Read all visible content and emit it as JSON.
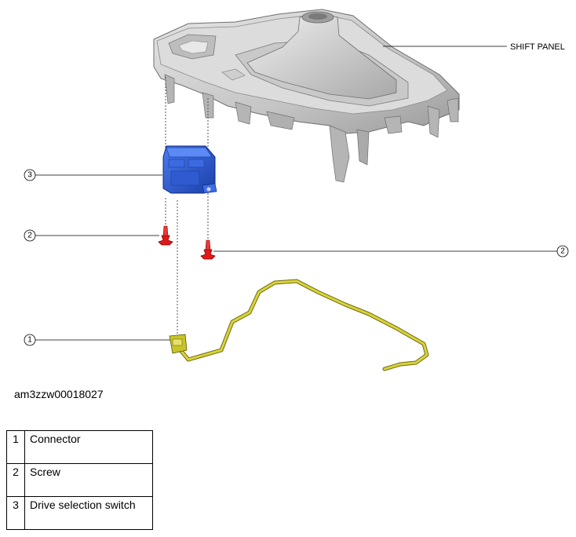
{
  "diagram": {
    "part_label": "SHIFT PANEL",
    "callouts": [
      {
        "id": "callout-3",
        "number": "3"
      },
      {
        "id": "callout-2-left",
        "number": "2"
      },
      {
        "id": "callout-2-right",
        "number": "2"
      },
      {
        "id": "callout-1",
        "number": "1"
      }
    ],
    "colors": {
      "shift_panel": "#c8c8c8",
      "drive_selection_switch": "#2a5bd7",
      "screw": "#e01818",
      "connector_harness": "#c8c428"
    }
  },
  "figure_id": "am3zzw00018027",
  "legend": [
    {
      "number": "1",
      "text": "Connector"
    },
    {
      "number": "2",
      "text": "Screw"
    },
    {
      "number": "3",
      "text": "Drive selection switch"
    }
  ]
}
